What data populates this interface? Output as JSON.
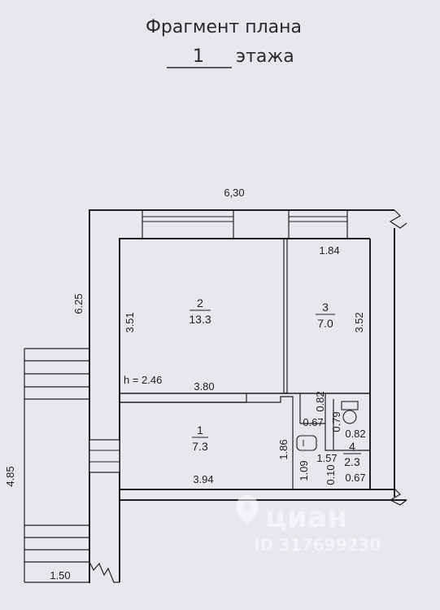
{
  "header": {
    "title": "Фрагмент плана",
    "floor_number": "1",
    "floor_word": "этажа"
  },
  "dimensions": {
    "top_width": "6,30",
    "left_height": "6.25",
    "porch_height": "4.85",
    "porch_width": "1.50",
    "room2_height": "3.51",
    "room2_width": "3.80",
    "ceiling_height": "h = 2.46",
    "room3_width": "1.84",
    "room3_height": "3.52",
    "wc_height": "0.82",
    "wc_width": "0.67",
    "toilet_depth": "0.79",
    "toilet_width": "0.82",
    "hall_height": "1.86",
    "hall_width": "3.94",
    "door_gap": "1.09",
    "bath_width": "1.57",
    "bath_small": "0.10",
    "bath_bottom": "0.67"
  },
  "rooms": [
    {
      "number": "1",
      "area": "7.3"
    },
    {
      "number": "2",
      "area": "13.3"
    },
    {
      "number": "3",
      "area": "7.0"
    },
    {
      "number": "4",
      "area": "2.3"
    }
  ],
  "watermark": {
    "brand": "циан",
    "listing_id": "ID 317699230"
  }
}
